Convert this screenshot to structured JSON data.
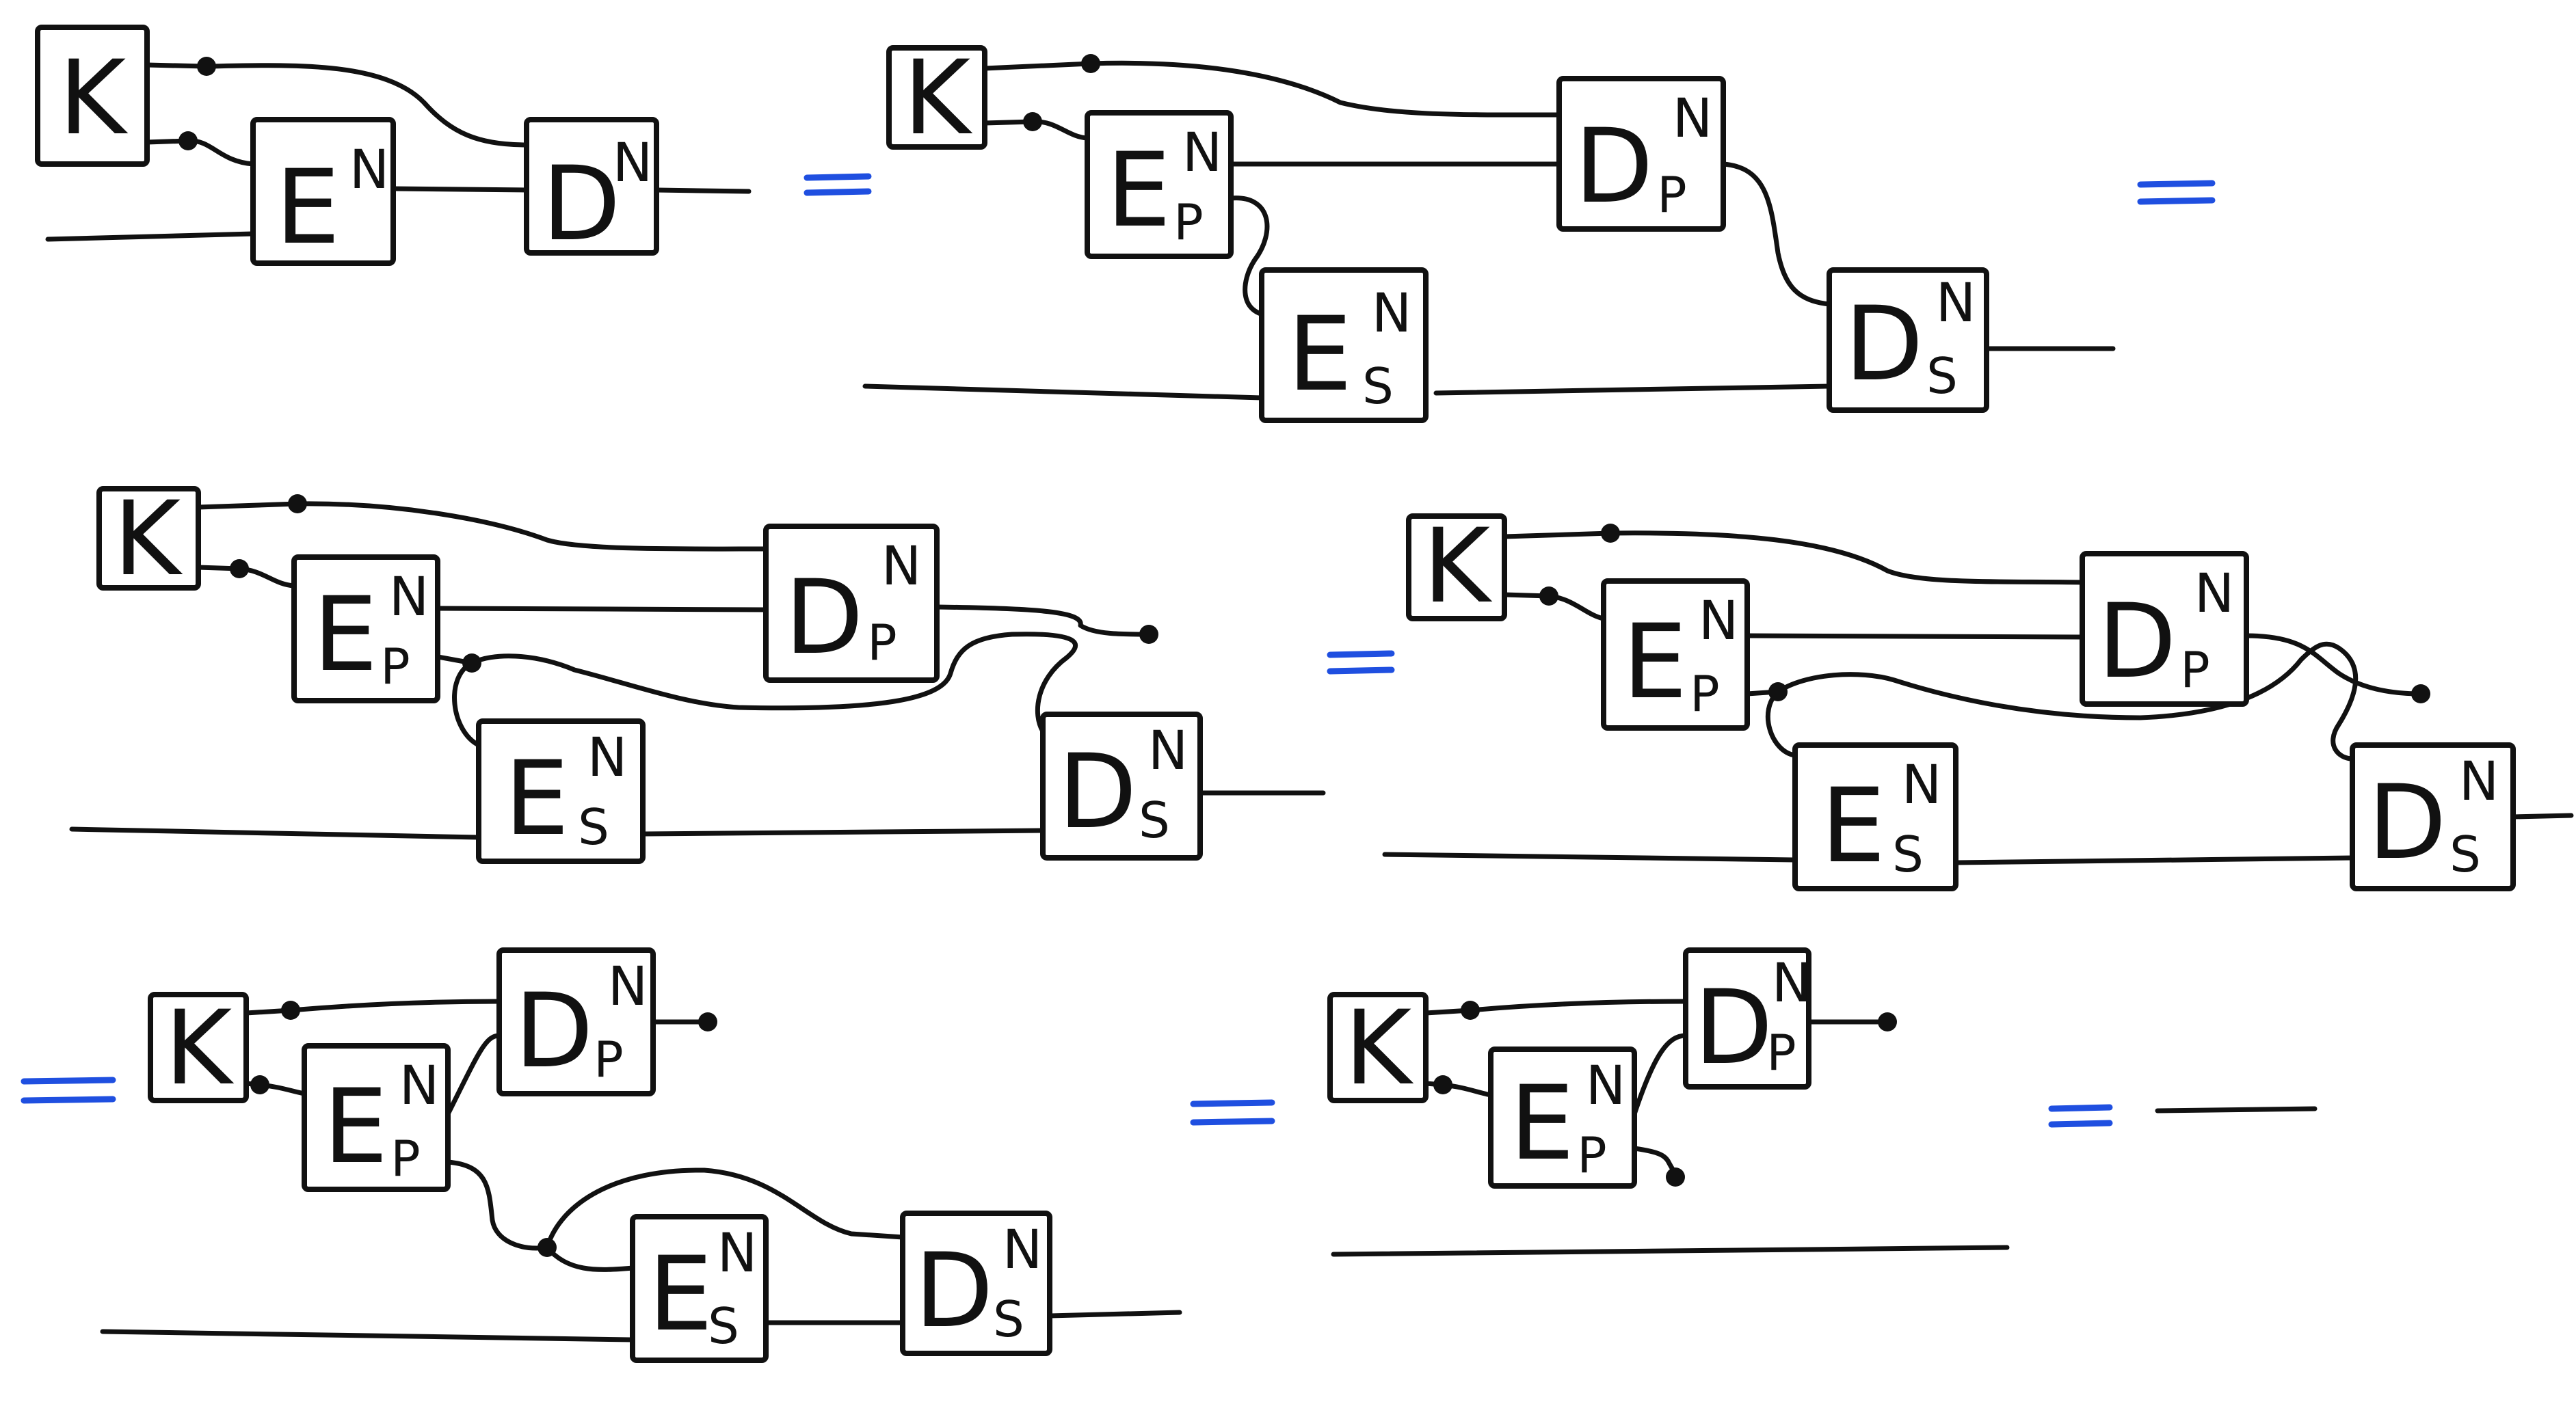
{
  "symbols": {
    "key": "K",
    "encoder": "E",
    "decoder": "D",
    "superscript": "N",
    "public_sub": "P",
    "secret_sub": "S"
  },
  "equals_color": "#1f4fe0",
  "ink_color": "#111111"
}
